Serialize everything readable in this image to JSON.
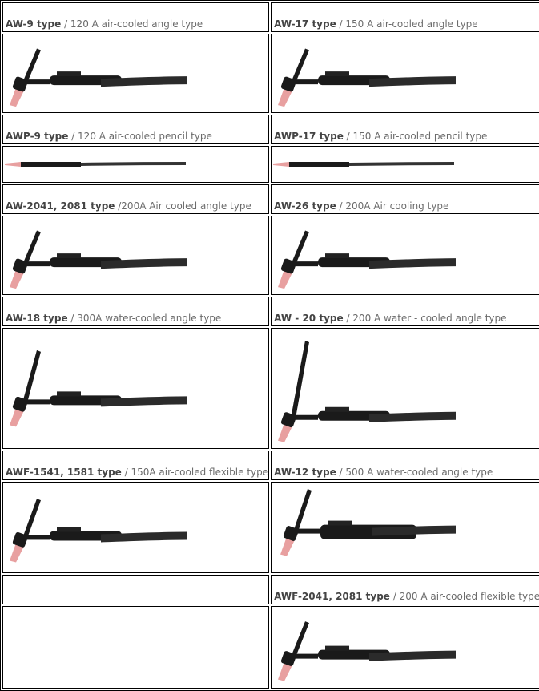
{
  "rows": [
    {
      "left": {
        "model": "AW-9 type",
        "desc": " / 120 A air-cooled angle type",
        "kind": "angle"
      },
      "right": {
        "model": "AW-17 type",
        "desc": " / 150 A air-cooled angle type",
        "kind": "angle"
      }
    },
    {
      "left": {
        "model": "AWP-9 type",
        "desc": " / 120 A air-cooled pencil type",
        "kind": "pencil"
      },
      "right": {
        "model": "AWP-17 type",
        "desc": " / 150 A air-cooled pencil type",
        "kind": "pencil"
      }
    },
    {
      "left": {
        "model": "AW-2041, 2081 type",
        "desc": " /200A Air cooled angle type",
        "kind": "angle"
      },
      "right": {
        "model": "AW-26 type",
        "desc": " / 200A Air cooling type",
        "kind": "angle"
      }
    },
    {
      "left": {
        "model": "AW-18 type",
        "desc": " / 300A water-cooled angle type",
        "kind": "angle"
      },
      "right": {
        "model": "AW - 20 type",
        "desc": " / 200 A water - cooled angle type",
        "kind": "long"
      }
    },
    {
      "left": {
        "model": "AWF-1541, 1581 type",
        "desc": " / 150A air-cooled flexible type",
        "kind": "angle"
      },
      "right": {
        "model": "AW-12 type",
        "desc": " / 500 A water-cooled angle type",
        "kind": "big"
      }
    },
    {
      "left": {
        "model": "",
        "desc": "",
        "kind": "none"
      },
      "right": {
        "model": "AWF-2041, 2081 type",
        "desc": " / 200 A air-cooled flexible type",
        "kind": "angle"
      }
    }
  ],
  "colors": {
    "nozzle": "#e8a0a0",
    "body": "#1a1a1a"
  }
}
